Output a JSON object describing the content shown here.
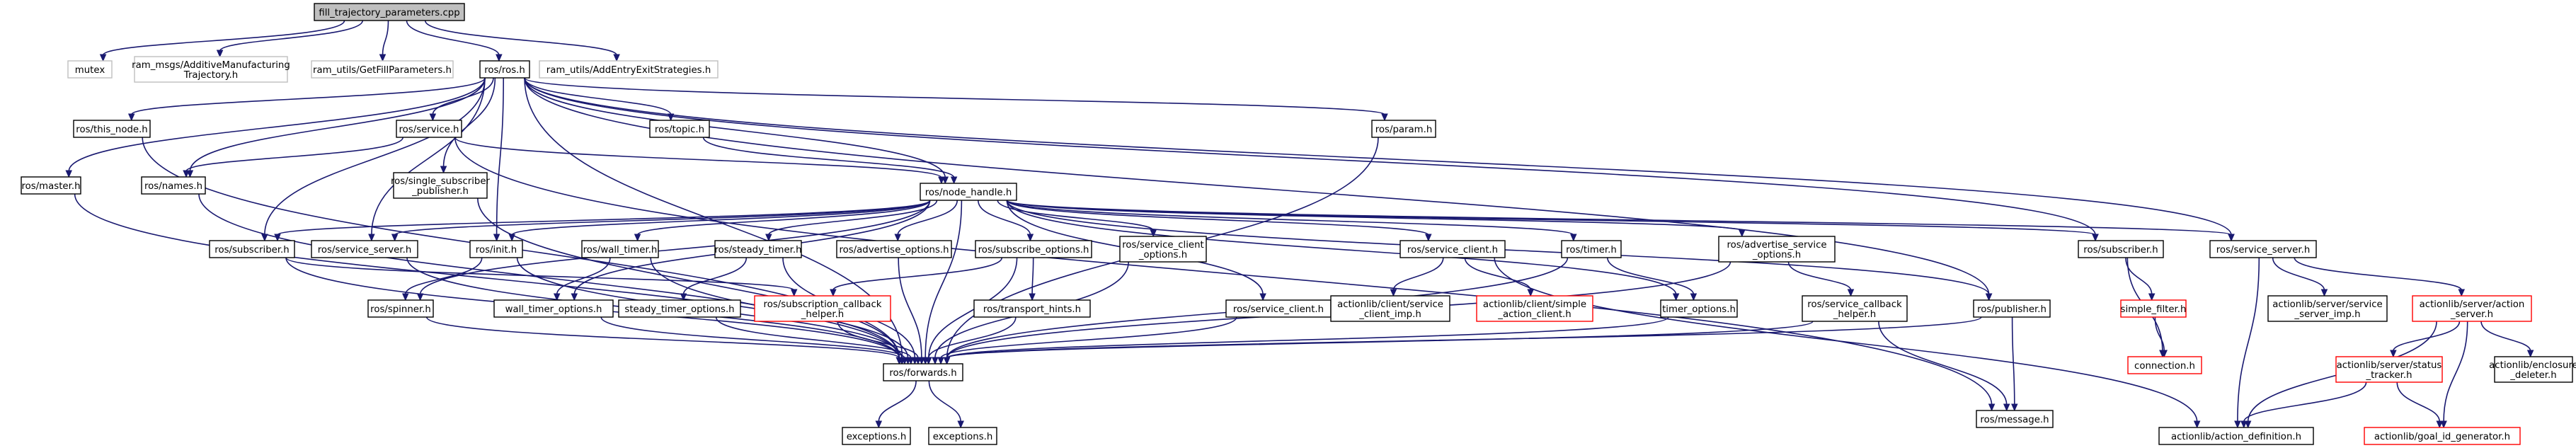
{
  "nodes": {
    "fill_trajectory_parameters_cpp": {
      "lines": [
        "fill_trajectory_parameters.cpp"
      ]
    },
    "mutex": {
      "lines": [
        "mutex"
      ]
    },
    "ram_msgs_amt": {
      "lines": [
        "ram_msgs/AdditiveManufacturing",
        "Trajectory.h"
      ]
    },
    "ram_utils_getfill": {
      "lines": [
        "ram_utils/GetFillParameters.h"
      ]
    },
    "ros_ros": {
      "lines": [
        "ros/ros.h"
      ]
    },
    "ram_utils_addentry": {
      "lines": [
        "ram_utils/AddEntryExitStrategies.h"
      ]
    },
    "ros_master": {
      "lines": [
        "ros/master.h"
      ]
    },
    "ros_this_node": {
      "lines": [
        "ros/this_node.h"
      ]
    },
    "ros_service": {
      "lines": [
        "ros/service.h"
      ]
    },
    "ros_topic": {
      "lines": [
        "ros/topic.h"
      ]
    },
    "ros_param": {
      "lines": [
        "ros/param.h"
      ]
    },
    "ros_subscriber2": {
      "lines": [
        "ros/subscriber.h"
      ]
    },
    "ros_service_server2": {
      "lines": [
        "ros/service_server.h"
      ]
    },
    "ros_names": {
      "lines": [
        "ros/names.h"
      ]
    },
    "ros_single_sub_pub": {
      "lines": [
        "ros/single_subscriber",
        "_publisher.h"
      ]
    },
    "ros_node_handle": {
      "lines": [
        "ros/node_handle.h"
      ]
    },
    "ros_subscriber": {
      "lines": [
        "ros/subscriber.h"
      ]
    },
    "ros_service_server": {
      "lines": [
        "ros/service_server.h"
      ]
    },
    "ros_init": {
      "lines": [
        "ros/init.h"
      ]
    },
    "ros_wall_timer": {
      "lines": [
        "ros/wall_timer.h"
      ]
    },
    "ros_steady_timer": {
      "lines": [
        "ros/steady_timer.h"
      ]
    },
    "ros_advertise_options": {
      "lines": [
        "ros/advertise_options.h"
      ]
    },
    "ros_subscribe_options": {
      "lines": [
        "ros/subscribe_options.h"
      ]
    },
    "ros_service_client_options": {
      "lines": [
        "ros/service_client",
        "_options.h"
      ]
    },
    "ros_service_client2": {
      "lines": [
        "ros/service_client.h"
      ]
    },
    "ros_timer": {
      "lines": [
        "ros/timer.h"
      ]
    },
    "ros_advertise_service_options": {
      "lines": [
        "ros/advertise_service",
        "_options.h"
      ]
    },
    "ros_spinner": {
      "lines": [
        "ros/spinner.h"
      ]
    },
    "wall_timer_options": {
      "lines": [
        "wall_timer_options.h"
      ]
    },
    "steady_timer_options": {
      "lines": [
        "steady_timer_options.h"
      ]
    },
    "ros_subscription_callback_helper": {
      "lines": [
        "ros/subscription_callback",
        "_helper.h"
      ]
    },
    "ros_transport_hints": {
      "lines": [
        "ros/transport_hints.h"
      ]
    },
    "ros_service_client": {
      "lines": [
        "ros/service_client.h"
      ]
    },
    "actionlib_client_service_client_imp": {
      "lines": [
        "actionlib/client/service",
        "_client_imp.h"
      ]
    },
    "actionlib_client_simple_action_client": {
      "lines": [
        "actionlib/client/simple",
        "_action_client.h"
      ]
    },
    "timer_options": {
      "lines": [
        "timer_options.h"
      ]
    },
    "ros_service_callback_helper": {
      "lines": [
        "ros/service_callback",
        "_helper.h"
      ]
    },
    "ros_publisher": {
      "lines": [
        "ros/publisher.h"
      ]
    },
    "simple_filter": {
      "lines": [
        "simple_filter.h"
      ]
    },
    "connection": {
      "lines": [
        "connection.h"
      ]
    },
    "actionlib_server_service_server_imp": {
      "lines": [
        "actionlib/server/service",
        "_server_imp.h"
      ]
    },
    "actionlib_server_action_server": {
      "lines": [
        "actionlib/server/action",
        "_server.h"
      ]
    },
    "actionlib_server_status_tracker": {
      "lines": [
        "actionlib/server/status",
        "_tracker.h"
      ]
    },
    "actionlib_enclosure_deleter": {
      "lines": [
        "actionlib/enclosure",
        "_deleter.h"
      ]
    },
    "ros_forwards": {
      "lines": [
        "ros/forwards.h"
      ]
    },
    "ros_message": {
      "lines": [
        "ros/message.h"
      ]
    },
    "exceptions1": {
      "lines": [
        "exceptions.h"
      ]
    },
    "exceptions2": {
      "lines": [
        "exceptions.h"
      ]
    },
    "actionlib_action_definition": {
      "lines": [
        "actionlib/action_definition.h"
      ]
    },
    "actionlib_goal_id_generator": {
      "lines": [
        "actionlib/goal_id_generator.h"
      ]
    }
  }
}
